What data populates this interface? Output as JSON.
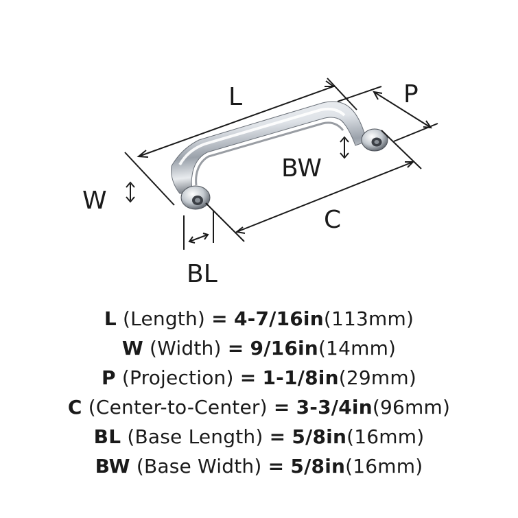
{
  "diagram": {
    "labels": {
      "L": "L",
      "P": "P",
      "W": "W",
      "BW": "BW",
      "C": "C",
      "BL": "BL"
    }
  },
  "colors": {
    "ink": "#1a1a1a",
    "chrome_light": "#f4f6f8",
    "chrome_mid": "#b9c0c8",
    "chrome_dark": "#4b5058"
  },
  "specs": [
    {
      "code": "L",
      "name": "(Length)",
      "eq": "=",
      "imperial": "4-7/16in",
      "metric": "(113mm)"
    },
    {
      "code": "W",
      "name": "(Width)",
      "eq": "=",
      "imperial": "9/16in",
      "metric": "(14mm)"
    },
    {
      "code": "P",
      "name": "(Projection)",
      "eq": "=",
      "imperial": "1-1/8in",
      "metric": "(29mm)"
    },
    {
      "code": "C",
      "name": "(Center-to-Center)",
      "eq": "=",
      "imperial": "3-3/4in",
      "metric": "(96mm)"
    },
    {
      "code": "BL",
      "name": "(Base Length)",
      "eq": "=",
      "imperial": "5/8in",
      "metric": "(16mm)"
    },
    {
      "code": "BW",
      "name": "(Base Width)",
      "eq": "=",
      "imperial": "5/8in",
      "metric": "(16mm)"
    }
  ]
}
